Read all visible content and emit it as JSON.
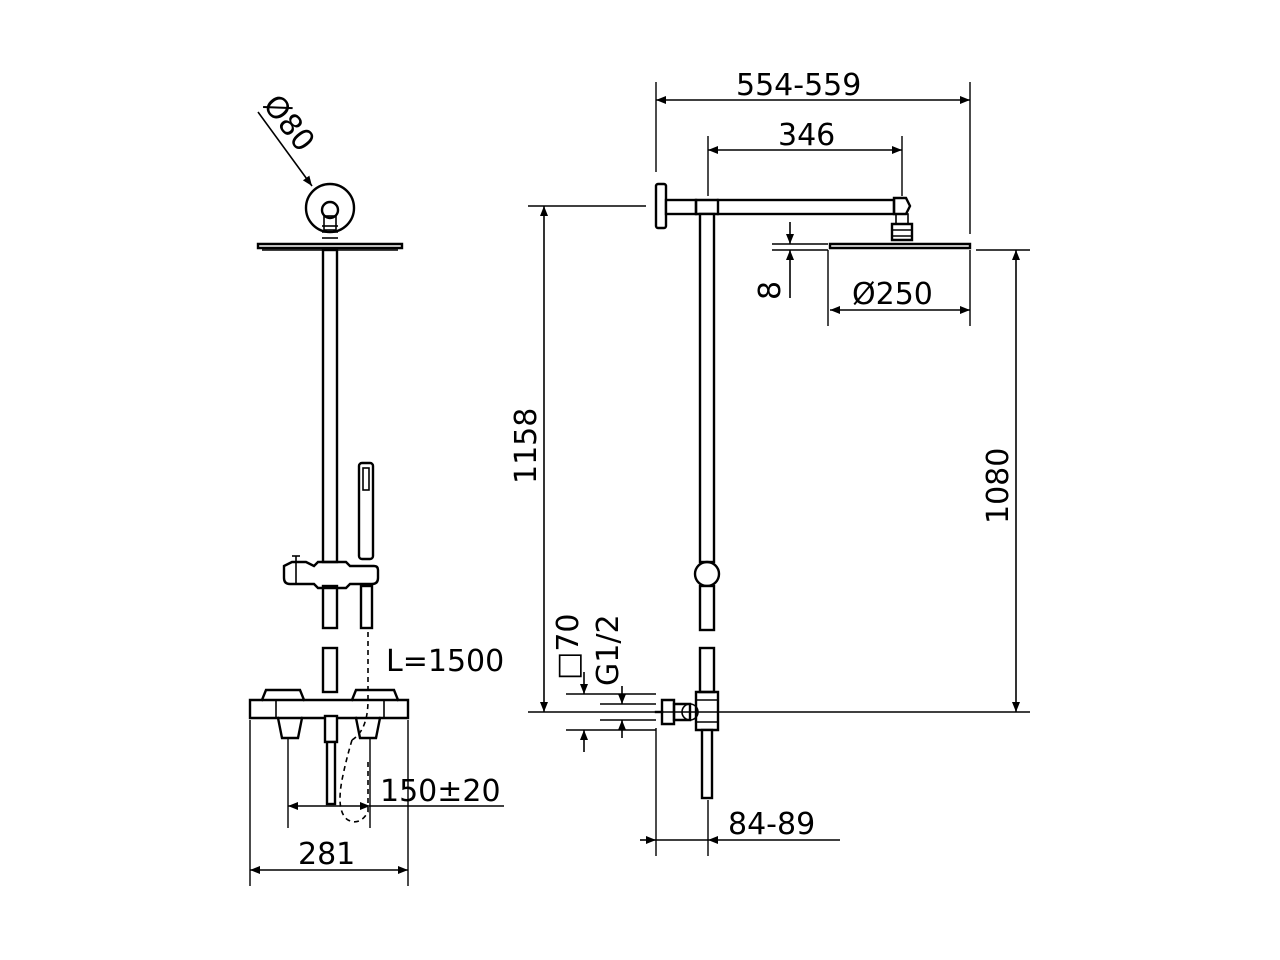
{
  "dimensions": {
    "head_mount_diameter": "Ø80",
    "total_projection": "554-559",
    "arm_length": "346",
    "head_thickness": "8",
    "head_diameter": "Ø250",
    "riser_height": "1158",
    "head_height": "1080",
    "hose_length": "L=1500",
    "inlet_centers": "150±20",
    "mixer_width": "281",
    "wall_distance": "84-89",
    "square_flange": "□70",
    "thread": "G1/2"
  }
}
